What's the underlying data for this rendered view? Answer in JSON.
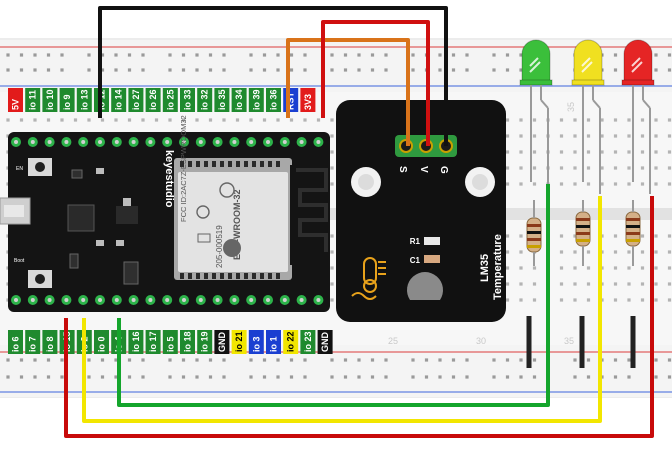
{
  "esp32": {
    "top_pins": [
      "5V",
      "io 11",
      "io 10",
      "io 9",
      "io 13",
      "io 12",
      "io 14",
      "io 27",
      "io 26",
      "io 25",
      "io 33",
      "io 32",
      "io 35",
      "io 34",
      "io 39",
      "io 36",
      "RST",
      "3V3"
    ],
    "top_pin_colors": [
      "#e21b1b",
      "#1f8a2e",
      "#1f8a2e",
      "#1f8a2e",
      "#1f8a2e",
      "#1f8a2e",
      "#1f8a2e",
      "#1f8a2e",
      "#1f8a2e",
      "#1f8a2e",
      "#1f8a2e",
      "#1f8a2e",
      "#1f8a2e",
      "#1f8a2e",
      "#1f8a2e",
      "#1f8a2e",
      "#1a3fd1",
      "#e21b1b"
    ],
    "bottom_pins": [
      "io 6",
      "io 7",
      "io 8",
      "io 15",
      "io 2",
      "io 0",
      "io 4",
      "io 16",
      "io 17",
      "io 5",
      "io 18",
      "io 19",
      "GND",
      "io 21",
      "io 3",
      "io 1",
      "io 22",
      "io 23",
      "GND"
    ],
    "bottom_pin_colors": [
      "#1f8a2e",
      "#1f8a2e",
      "#1f8a2e",
      "#1f8a2e",
      "#1f8a2e",
      "#1f8a2e",
      "#1f8a2e",
      "#1f8a2e",
      "#1f8a2e",
      "#1f8a2e",
      "#1f8a2e",
      "#1f8a2e",
      "#111111",
      "#f2e600",
      "#1a3fd1",
      "#1a3fd1",
      "#f2e600",
      "#1f8a2e",
      "#111111"
    ],
    "brand": "keyestudio",
    "module_name": "ESP-WROOM-32",
    "fcc_id": "FCC ID:2AC7Z-ESPWROOM32",
    "cert_code": "205-000519",
    "button_labels": [
      "EN",
      "Boot"
    ]
  },
  "sensor": {
    "pin_labels": [
      "S",
      "V",
      "G"
    ],
    "title_lines": [
      "LM35",
      "Temperature"
    ],
    "component_labels": [
      "R1",
      "C1"
    ]
  },
  "breadboard": {
    "column_numbers": [
      "25",
      "30",
      "35"
    ]
  },
  "leds": [
    {
      "color": "#3bbf3b",
      "name": "green"
    },
    {
      "color": "#f0e020",
      "name": "yellow"
    },
    {
      "color": "#e52525",
      "name": "red"
    }
  ],
  "wires": [
    {
      "name": "gnd-wire",
      "color": "#111111"
    },
    {
      "name": "signal-wire",
      "color": "#d9731a"
    },
    {
      "name": "power-wire",
      "color": "#d01010"
    },
    {
      "name": "green-led-wire",
      "color": "#14a52c"
    },
    {
      "name": "yellow-led-wire",
      "color": "#f2e600"
    },
    {
      "name": "red-led-wire",
      "color": "#c80a0a"
    }
  ]
}
